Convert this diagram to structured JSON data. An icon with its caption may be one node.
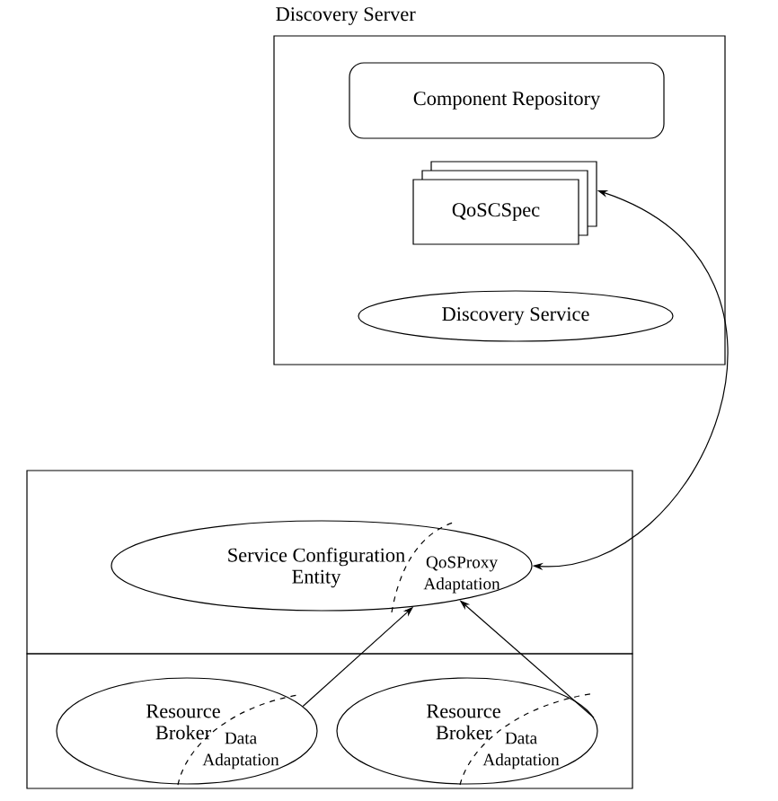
{
  "diagram": {
    "nodes": [
      {
        "text": [
          "Discovery Server"
        ]
      },
      {
        "text": [
          "Component Repository"
        ],
        "in": 0
      },
      {
        "text": [
          "QoSCSpec"
        ],
        "in": 0
      },
      {
        "text": [
          "Discovery Service"
        ],
        "in": 0
      },
      {
        "text": [],
        "shape": "box"
      },
      {
        "text": [],
        "shape": "box"
      },
      {
        "text": [
          "Service Configuration Entity",
          "QoSProxy Adaptation"
        ],
        "in": 4
      },
      {
        "text": [
          "Resource Broker",
          "Data Adaptation"
        ],
        "in": 5
      },
      {
        "text": [
          "Resource Broker",
          "Data Adaptation"
        ],
        "in": 5
      }
    ],
    "edges": [
      {
        "from": 6,
        "to": 2,
        "arrow": "both"
      },
      {
        "from": 7,
        "to": 6,
        "arrow": "to"
      },
      {
        "from": 8,
        "to": 6,
        "arrow": "to"
      }
    ]
  }
}
